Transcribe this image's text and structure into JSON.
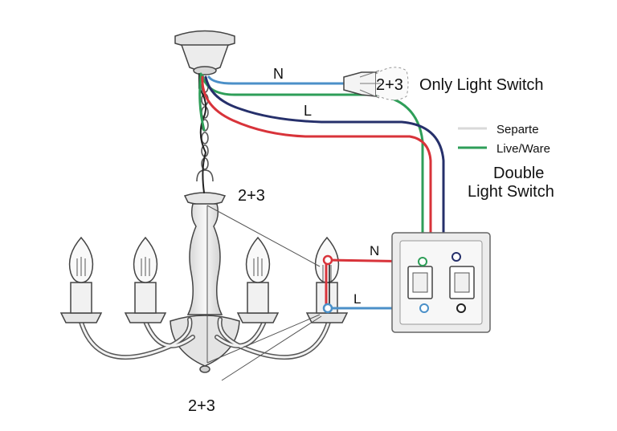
{
  "labels": {
    "neutral_top": "N",
    "live_top": "L",
    "junction_count": "2+3",
    "only_switch": "Only Light Switch",
    "chandelier_count_top": "2+3",
    "chandelier_count_bottom": "2+3",
    "neutral_switch": "N",
    "live_switch": "L",
    "double_switch_line1": "Double",
    "double_switch_line2": "Light Switch"
  },
  "legend": [
    {
      "label": "Separte",
      "color": "#d9d9d9"
    },
    {
      "label": "Live/Ware",
      "color": "#2e9e58"
    }
  ],
  "colors": {
    "neutral_wire": "#4b90c8",
    "live_wire_red": "#d8333a",
    "live_wire_navy": "#26306b",
    "earth_wire": "#2e9e58",
    "ground_black": "#222222",
    "fixture_fill": "#ececec",
    "outline": "#444444"
  }
}
